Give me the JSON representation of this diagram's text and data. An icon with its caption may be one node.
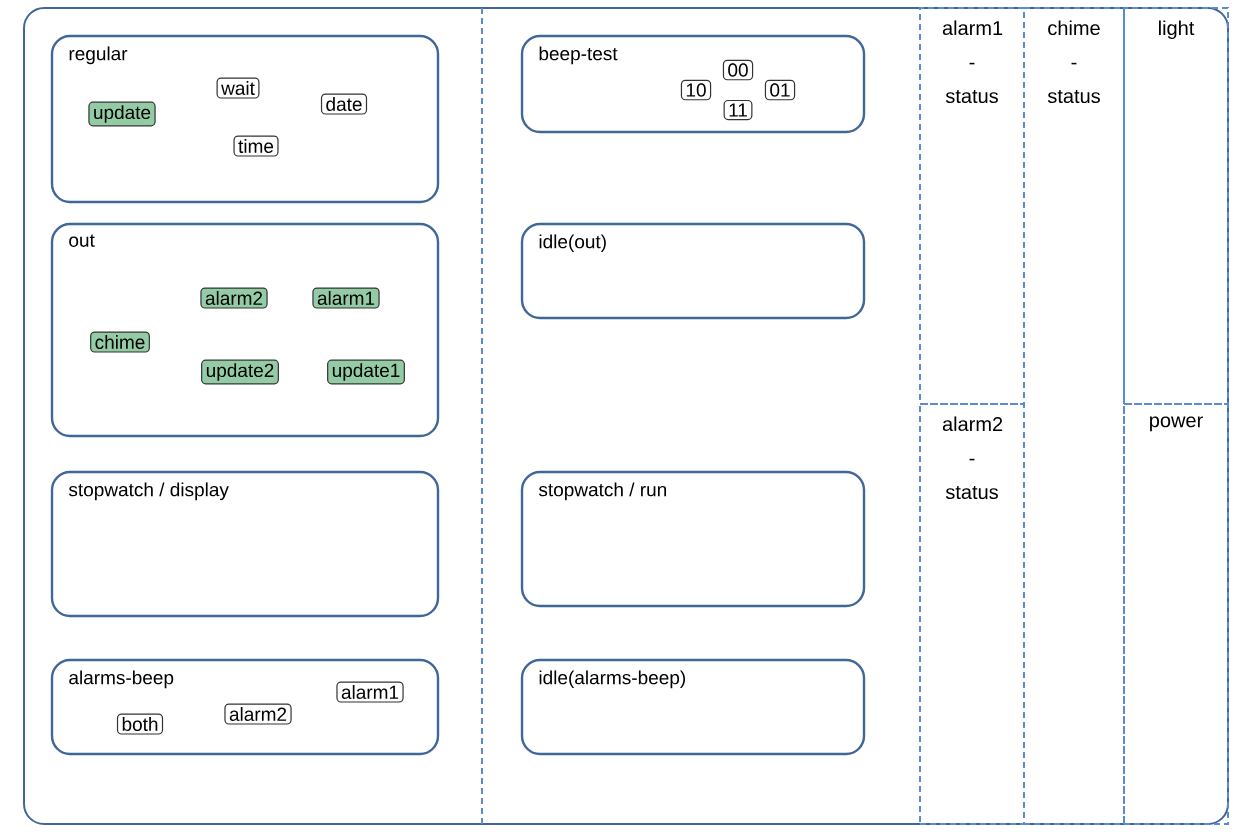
{
  "diagram": {
    "nodes": [
      {
        "text": [],
        "shape": "box"
      },
      {
        "text": [
          "regular"
        ],
        "in": 0
      },
      {
        "text": [
          "update"
        ],
        "in": 1
      },
      {
        "text": [
          "wait"
        ],
        "in": 1
      },
      {
        "text": [
          "date"
        ],
        "in": 1
      },
      {
        "text": [
          "time"
        ],
        "in": 1
      },
      {
        "text": [
          "out"
        ],
        "in": 0
      },
      {
        "text": [
          "alarm2"
        ],
        "in": 6
      },
      {
        "text": [
          "alarm1"
        ],
        "in": 6
      },
      {
        "text": [
          "chime"
        ],
        "in": 6
      },
      {
        "text": [
          "update2"
        ],
        "in": 6
      },
      {
        "text": [
          "update1"
        ],
        "in": 6
      },
      {
        "text": [
          "stopwatch / display"
        ],
        "in": 0
      },
      {
        "text": [
          "alarms-beep"
        ],
        "in": 0
      },
      {
        "text": [
          "both"
        ],
        "in": 13
      },
      {
        "text": [
          "alarm2"
        ],
        "in": 13
      },
      {
        "text": [
          "alarm1"
        ],
        "in": 13
      },
      {
        "text": [
          "beep-test"
        ],
        "in": 0
      },
      {
        "text": [
          "00"
        ],
        "in": 17
      },
      {
        "text": [
          "10"
        ],
        "in": 17
      },
      {
        "text": [
          "01"
        ],
        "in": 17
      },
      {
        "text": [
          "11"
        ],
        "in": 17
      },
      {
        "text": [
          "idle(out)"
        ],
        "in": 0
      },
      {
        "text": [
          "stopwatch / run"
        ],
        "in": 0
      },
      {
        "text": [
          "idle(alarms-beep)"
        ],
        "in": 0
      },
      {
        "text": [
          "alarm1 - status"
        ],
        "in": 0
      },
      {
        "text": [
          "chime - status"
        ],
        "in": 0
      },
      {
        "text": [
          "light"
        ],
        "in": 0
      },
      {
        "text": [
          "alarm2 - status"
        ],
        "in": 0
      },
      {
        "text": [
          "power"
        ],
        "in": 0
      }
    ]
  }
}
